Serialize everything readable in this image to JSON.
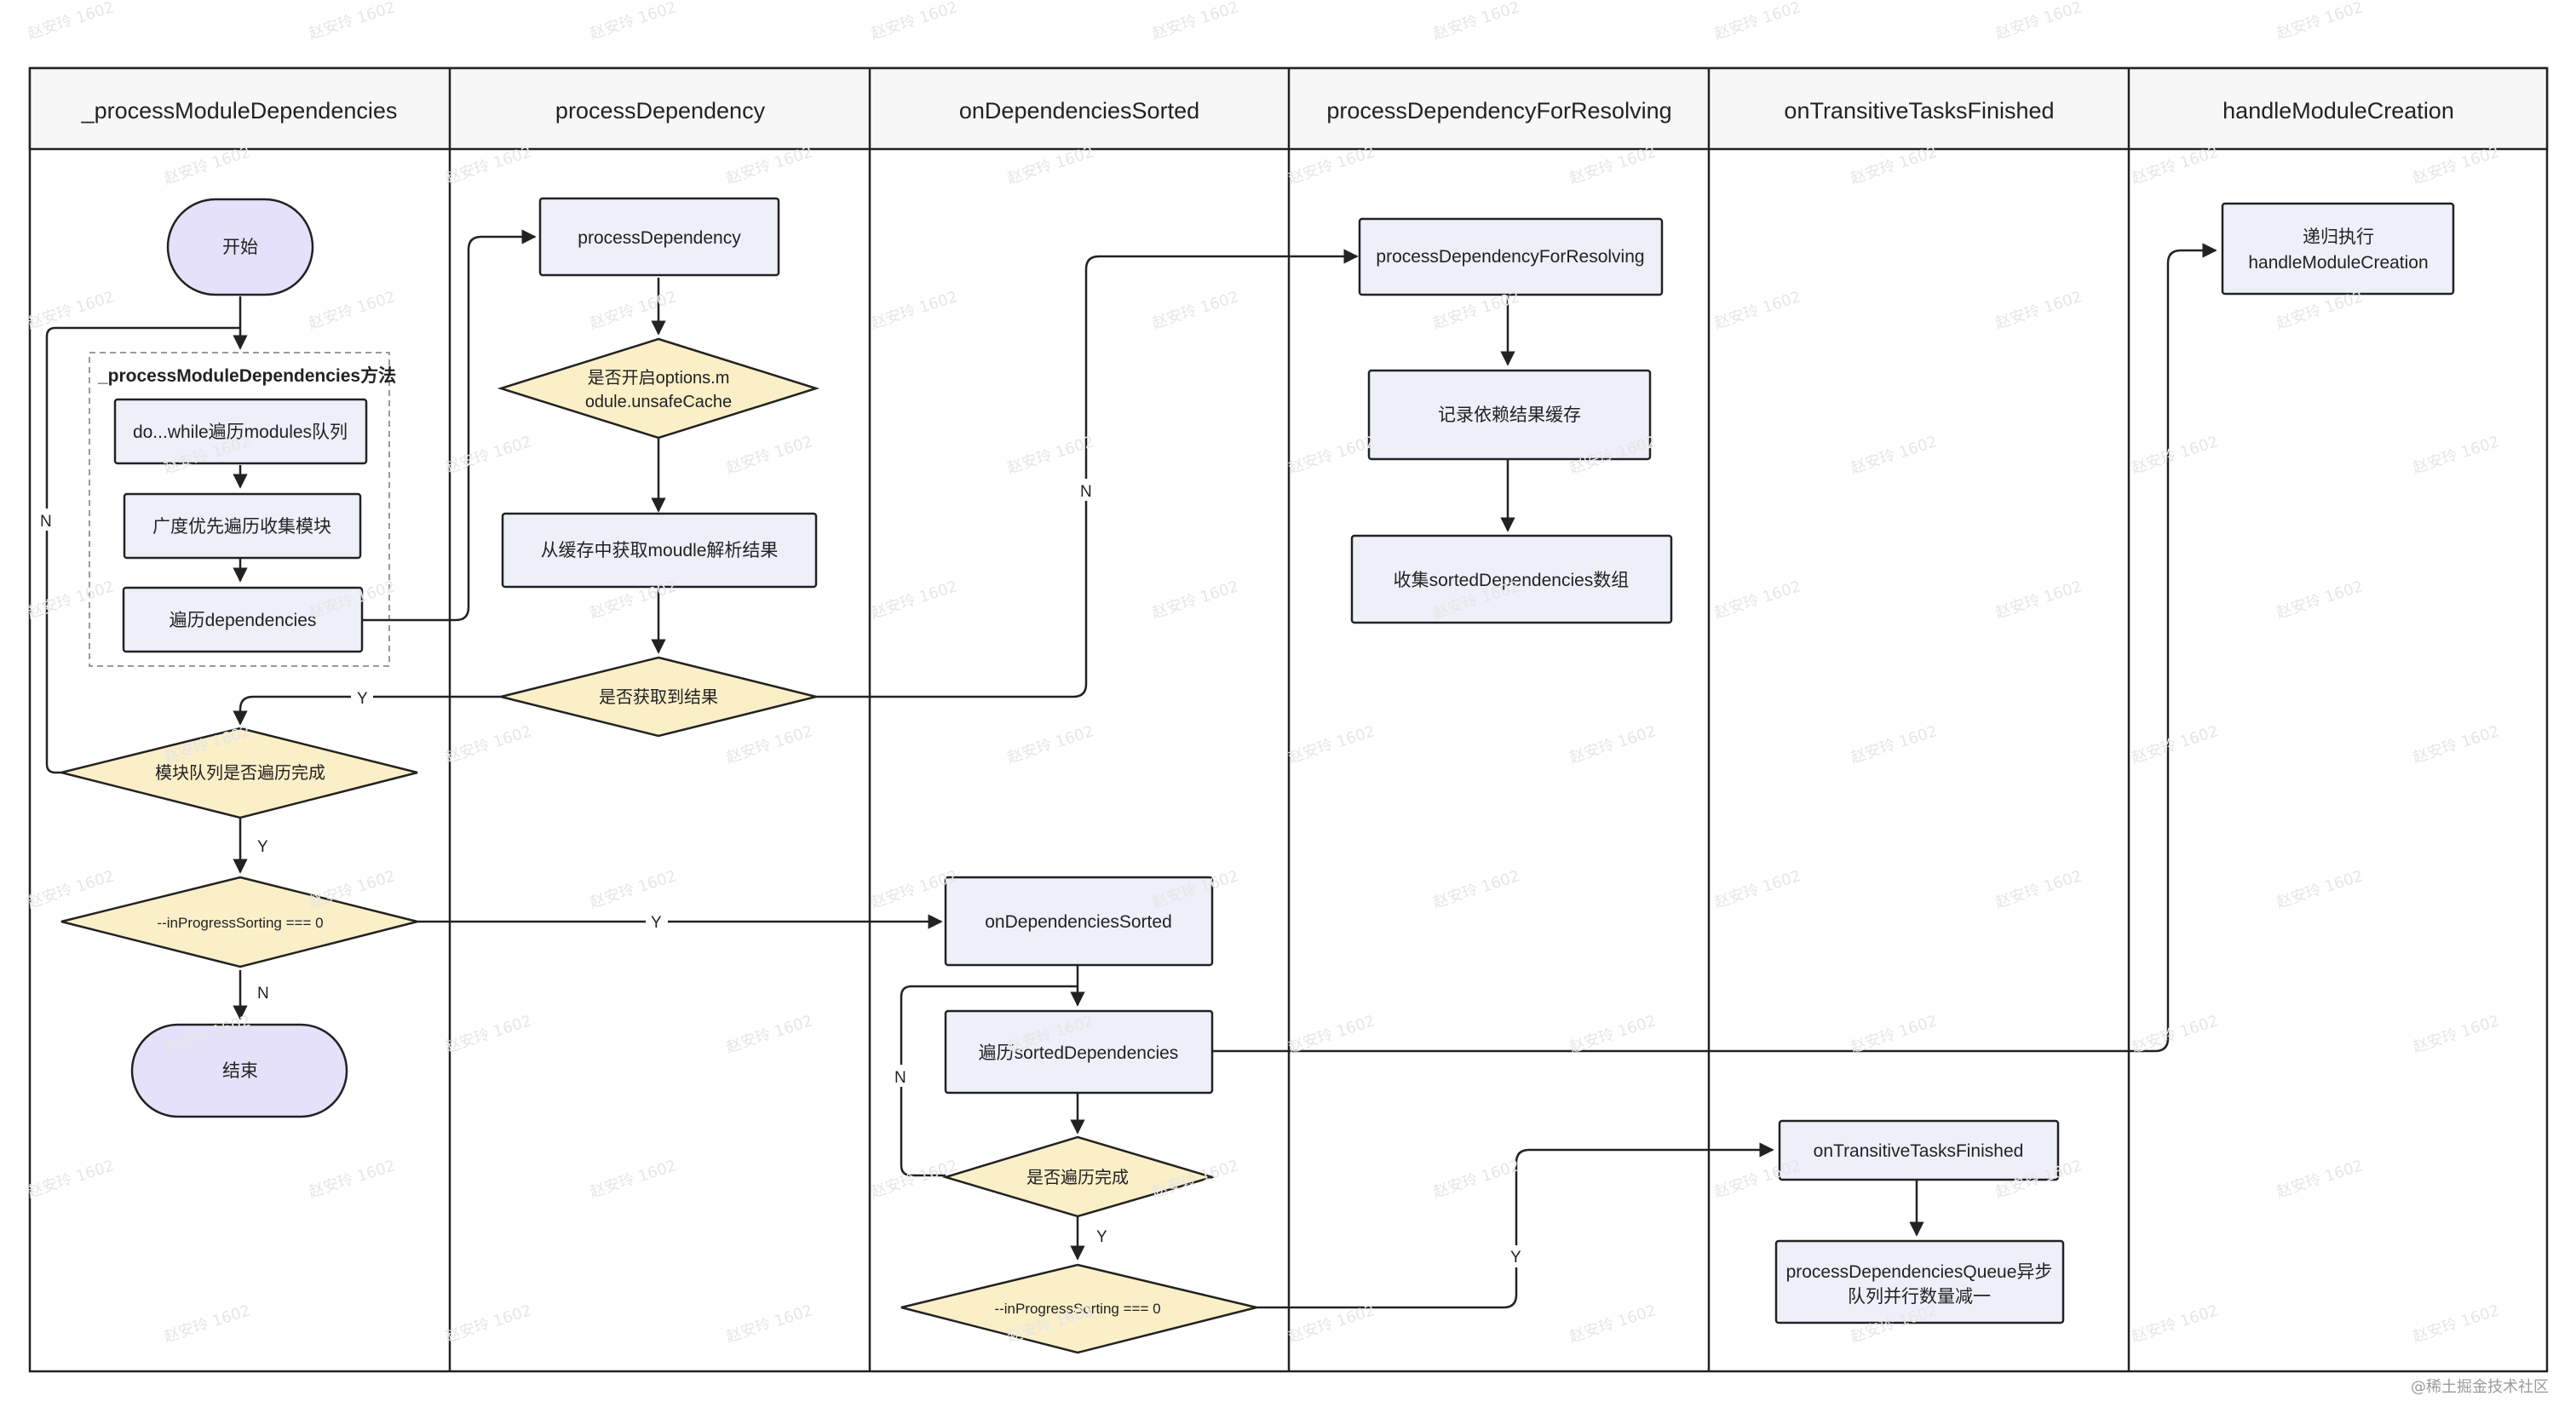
{
  "lanes": [
    {
      "key": "l1",
      "title": "_processModuleDependencies"
    },
    {
      "key": "l2",
      "title": "processDependency"
    },
    {
      "key": "l3",
      "title": "onDependenciesSorted"
    },
    {
      "key": "l4",
      "title": "processDependencyForResolving"
    },
    {
      "key": "l5",
      "title": "onTransitiveTasksFinished"
    },
    {
      "key": "l6",
      "title": "handleModuleCreation"
    }
  ],
  "group": {
    "label": "_processModuleDependencies方法"
  },
  "nodes": {
    "start": "开始",
    "do_while": "do...while遍历modules队列",
    "bfs": "广度优先遍历收集模块",
    "iter_deps": "遍历dependencies",
    "queue_done": "模块队列是否遍历完成",
    "in_progress_1": "--inProgressSorting === 0",
    "end": "结束",
    "proc_dep": "processDependency",
    "unsafe_cache": [
      "是否开启options.m",
      "odule.unsafeCache"
    ],
    "get_cache": "从缓存中获取moudle解析结果",
    "got_result": "是否获取到结果",
    "on_sorted": "onDependenciesSorted",
    "iter_sorted": "遍历sortedDependencies",
    "iter_done": "是否遍历完成",
    "in_progress_2": "--inProgressSorting === 0",
    "resolve": "processDependencyForResolving",
    "record_cache": "记录依赖结果缓存",
    "collect_sorted": "收集sortedDependencies数组",
    "transitive": "onTransitiveTasksFinished",
    "queue_dec": [
      "processDependenciesQueue异步",
      "队列并行数量减一"
    ],
    "recursive": [
      "递归执行",
      "handleModuleCreation"
    ]
  },
  "edge_labels": {
    "n_loop": "N",
    "y_to_queue": "Y",
    "y_queue_done": "Y",
    "y_to_sorted": "Y",
    "n_end": "N",
    "n_resolve": "N",
    "n_iter": "N",
    "y_iter_done": "Y",
    "y_transitive": "Y"
  },
  "watermark_credit": "@稀土掘金技术社区",
  "watermark_tile": "赵安玲 1602",
  "colors": {
    "process_fill": "#edf0f9",
    "terminal_fill": "#e6e1fa",
    "decision_fill": "#fbefc8",
    "header_fill": "#f7f7f7",
    "stroke": "#222222"
  }
}
